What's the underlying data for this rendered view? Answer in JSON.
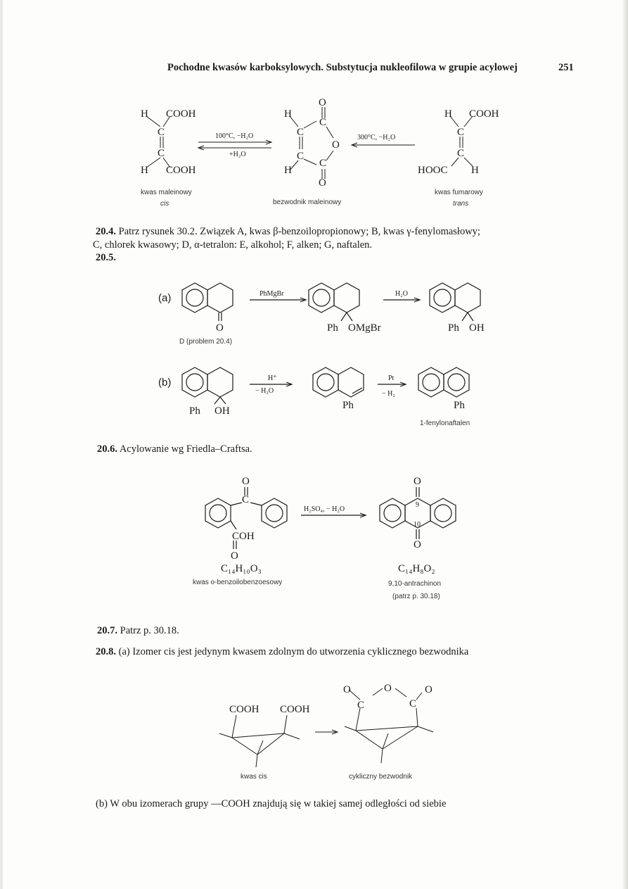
{
  "header": {
    "title": "Pochodne kwasów karboksylowych. Substytucja nukleofilowa w grupie acylowej",
    "page_number": "251"
  },
  "scheme1": {
    "maleic_name": "kwas maleinowy",
    "maleic_config": "cis",
    "anhydride_name": "bezwodnik maleinowy",
    "fumaric_name": "kwas fumarowy",
    "fumaric_config": "trans",
    "arrow1_top": "100°C, −H₂O",
    "arrow1_bottom": "+H₂O",
    "arrow2_top": "300°C, −H₂O",
    "h": "H",
    "cooh": "COOH",
    "hooc": "HOOC",
    "c": "C",
    "o": "O"
  },
  "s204": {
    "num": "20.4.",
    "line1": " Patrz rysunek 30.2. Związek A, kwas β-benzoilopropionowy;   B, kwas γ-fenylomasłowy;",
    "line2": "C, chlorek kwasowy;   D, α-tetralon:   E, alkohol;   F, alken;   G, naftalen."
  },
  "s205": {
    "num": "20.5.",
    "a_label": "(a)",
    "b_label": "(b)",
    "phmgbr": "PhMgBr",
    "h2o": "H₂O",
    "h_plus": "H⁺",
    "minus_h2o": "− H₂O",
    "pt": "Pt",
    "minus_h2": "− H₂",
    "ph": "Ph",
    "omgbr": "OMgBr",
    "oh": "OH",
    "o": "O",
    "d_caption": "D (problem 20.4)",
    "product_caption": "1-fenylonaftalen"
  },
  "s206": {
    "num": "20.6.",
    "text": " Acylowanie wg Friedla–Craftsa.",
    "reagent": "H₂SO₄, − H₂O",
    "formula_left": "C₁₄H₁₀O₃",
    "name_left": "kwas o-benzoilobenzoesowy",
    "formula_right": "C₁₄H₈O₂",
    "name_right": "9,10-antrachinon",
    "ref_right": "(patrz p. 30.18)",
    "c": "C",
    "cooh": "COH",
    "o": "O",
    "n9": "9",
    "n10": "10"
  },
  "s207": {
    "num": "20.7.",
    "text": " Patrz p. 30.18."
  },
  "s208": {
    "num": "20.8.",
    "text_a": " (a) Izomer cis jest jedynym kwasem zdolnym do utworzenia cyklicznego bezwodnika",
    "cooh": "COOH",
    "c": "C",
    "o": "O",
    "left_caption": "kwas cis",
    "right_caption": "cykliczny bezwodnik",
    "text_b": "(b) W obu izomerach grupy —COOH znajdują się w takiej samej odległości od siebie"
  }
}
